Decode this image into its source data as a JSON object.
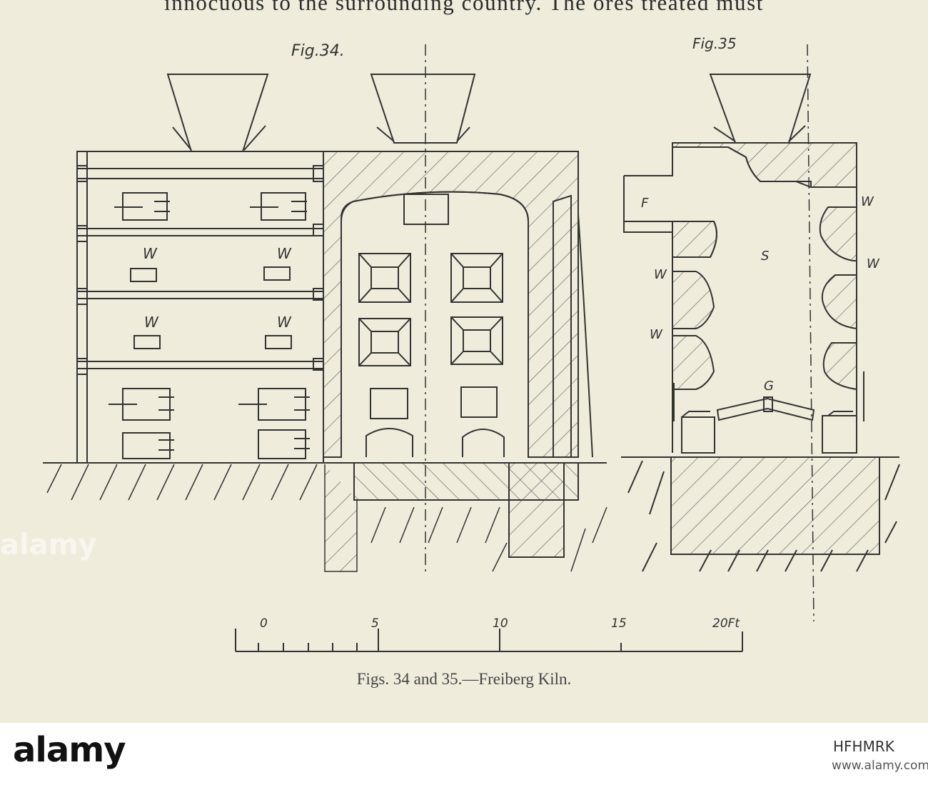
{
  "page_text": {
    "top_line": "innocuous to the surrounding country.  The ores treated must",
    "bottom_line": "                                             "
  },
  "figures": {
    "fig34_label": "Fig.34.",
    "fig35_label": "Fig.35",
    "caption": "Figs. 34 and 35.—Freiberg Kiln."
  },
  "labels": {
    "w": "W",
    "f": "F",
    "s": "S",
    "g": "G"
  },
  "scale": {
    "ticks": [
      "0",
      "5",
      "10",
      "15",
      "20Ft"
    ]
  },
  "watermark": {
    "logo": "alamy",
    "side_text": "alamy",
    "image_id": "HFHMRK",
    "url": "www.alamy.com"
  },
  "colors": {
    "paper": "#efecdc",
    "ink": "#333333",
    "footer": "#ffffff"
  }
}
